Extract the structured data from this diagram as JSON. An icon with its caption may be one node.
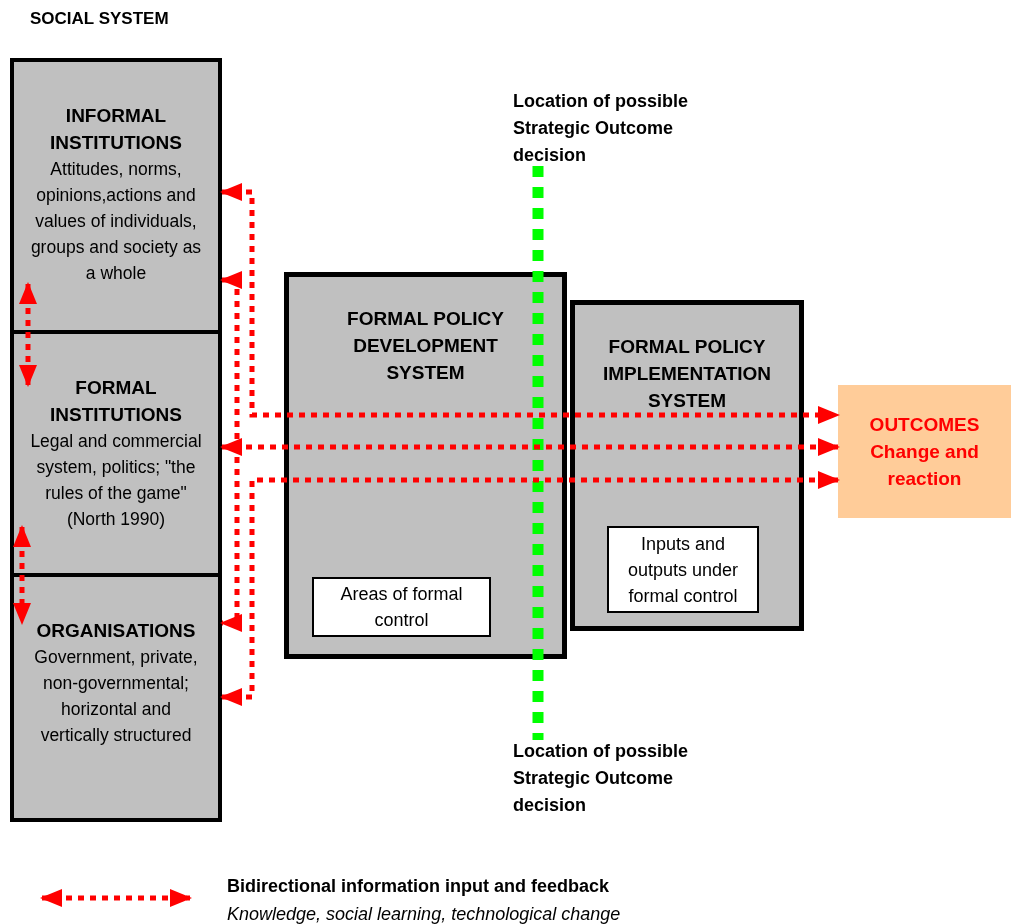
{
  "diagram": {
    "title": "SOCIAL SYSTEM",
    "nodes": [
      {
        "text": [
          "INFORMAL INSTITUTIONS",
          "Attitudes, norms, opinions,actions and values of individuals, groups and society as a whole"
        ]
      },
      {
        "text": [
          "FORMAL INSTITUTIONS",
          "Legal and commercial system, politics; \"the rules of the game\" (North 1990)"
        ]
      },
      {
        "text": [
          "ORGANISATIONS",
          "Government, private, non-governmental; horizontal and vertically structured"
        ]
      },
      {
        "text": [
          "FORMAL POLICY DEVELOPMENT SYSTEM"
        ]
      },
      {
        "text": [
          "Areas of formal control"
        ],
        "in": 3
      },
      {
        "text": [
          "FORMAL POLICY IMPLEMENTATION SYSTEM"
        ]
      },
      {
        "text": [
          "Inputs and outputs under formal control"
        ],
        "in": 5
      },
      {
        "text": [
          "OUTCOMES",
          "Change and reaction"
        ]
      }
    ],
    "edges": [
      {
        "from": 0,
        "to": 1,
        "arrow": "both",
        "style": "dashed"
      },
      {
        "from": 1,
        "to": 2,
        "arrow": "both",
        "style": "dashed"
      },
      {
        "from": 0,
        "to": 2,
        "arrow": "both",
        "style": "dashed"
      },
      {
        "from": 0,
        "to": 7,
        "arrow": "both",
        "style": "dashed"
      },
      {
        "from": 1,
        "to": 7,
        "arrow": "both",
        "style": "dashed"
      },
      {
        "from": 2,
        "to": 7,
        "arrow": "both",
        "style": "dashed"
      }
    ],
    "labels": [
      "Location of possible Strategic Outcome decision",
      "Location of possible Strategic Outcome decision",
      "Knowledge, social learning, technological change"
    ],
    "legend": [
      {
        "text": "Bidirectional information input and feedback"
      }
    ]
  }
}
